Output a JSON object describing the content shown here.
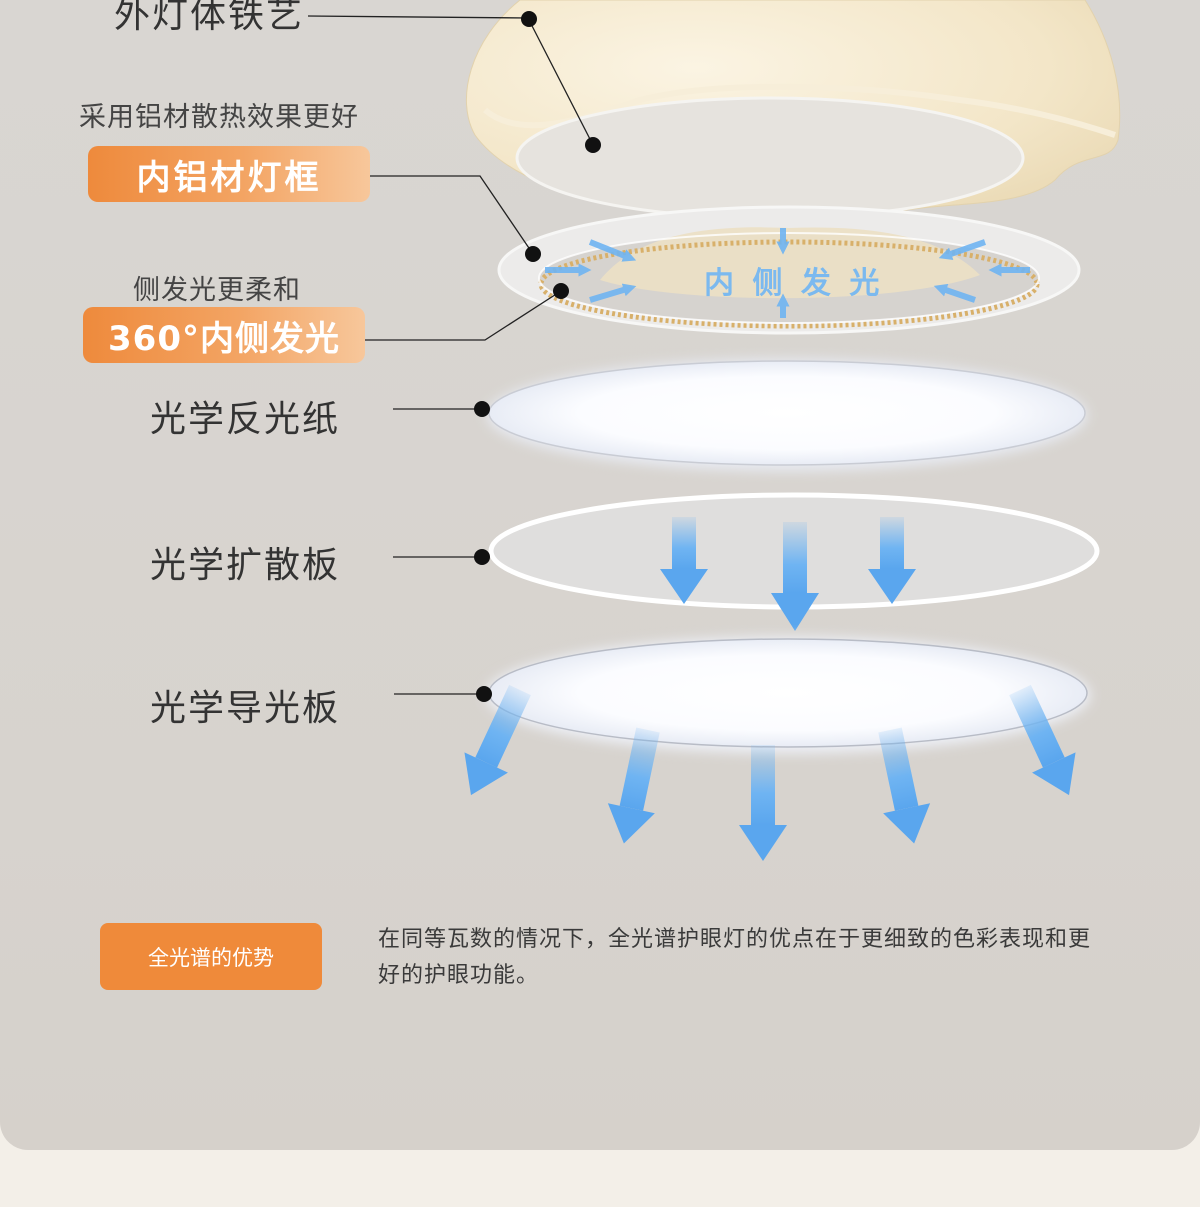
{
  "labels": {
    "outer_frame": "外灯体铁艺",
    "aluminum_sub": "采用铝材散热效果更好",
    "aluminum_badge": "内铝材灯框",
    "side_sub": "侧发光更柔和",
    "side_badge": "360°内侧发光",
    "inner_light": "内 侧 发 光",
    "reflect_paper": "光学反光纸",
    "diffuser": "光学扩散板",
    "light_guide": "光学导光板"
  },
  "advantage": {
    "title": "全光谱的优势",
    "text": "在同等瓦数的情况下，全光谱护眼灯的优点在于更细致的色彩表现和更好的护眼功能。"
  },
  "colors": {
    "accent_orange": "#ef8a3a",
    "arrow_blue": "#6fb4f2",
    "panel_bg": "#d9d6d2",
    "page_bg": "#f3efe8"
  }
}
